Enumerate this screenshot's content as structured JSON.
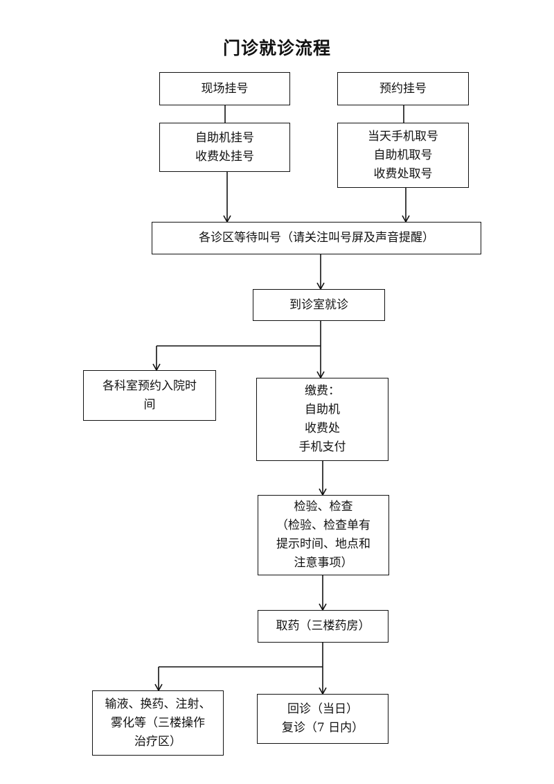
{
  "title": "门诊就诊流程",
  "boxes": {
    "onsite_registration": "现场挂号",
    "online_appointment": "预约挂号",
    "onsite_methods": [
      "自助机挂号",
      "收费处挂号"
    ],
    "appointment_methods": [
      "当天手机取号",
      "自助机取号",
      "收费处取号"
    ],
    "wait_for_call": "各诊区等待叫号（请关注叫号屏及声音提醒）",
    "consultation": "到诊室就诊",
    "admission_appointment": [
      "各科室预约入院时",
      "间"
    ],
    "payment": [
      "缴费：",
      "自助机",
      "收费处",
      "手机支付"
    ],
    "examination": [
      "检验、检查",
      "（检验、检查单有",
      "提示时间、地点和",
      "注意事项）"
    ],
    "pharmacy": "取药（三楼药房）",
    "treatment": [
      "输液、换药、注射、",
      "雾化等（三楼操作",
      "治疗区）"
    ],
    "follow_up": [
      "回诊（当日）",
      "复诊（7 日内）"
    ]
  }
}
